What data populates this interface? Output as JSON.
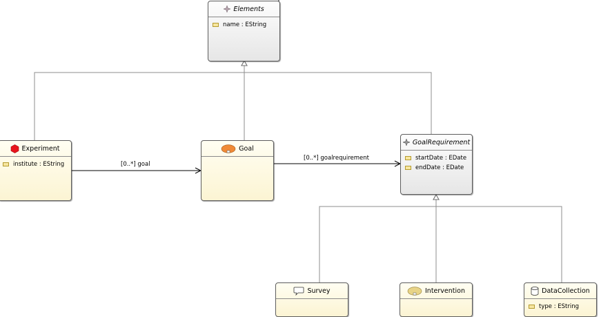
{
  "classes": {
    "elements": {
      "name": "Elements",
      "attrs": [
        "name : EString"
      ]
    },
    "experiment": {
      "name": "Experiment",
      "attrs": [
        "institute : EString"
      ]
    },
    "goal": {
      "name": "Goal",
      "attrs": []
    },
    "goalrequirement": {
      "name": "GoalRequirement",
      "attrs": [
        "startDate : EDate",
        "endDate : EDate"
      ]
    },
    "survey": {
      "name": "Survey",
      "attrs": []
    },
    "intervention": {
      "name": "Intervention",
      "attrs": []
    },
    "datacollection": {
      "name": "DataCollection",
      "attrs": [
        "type : EString"
      ]
    }
  },
  "edges": {
    "goal_ref": "[0..*] goal",
    "goalrequirement_ref": "[0..*] goalrequirement"
  },
  "colors": {
    "line": "#808080",
    "experiment_icon": "#e8141c",
    "goal_icon": "#f08a36",
    "intervention_icon": "#e8d487"
  }
}
